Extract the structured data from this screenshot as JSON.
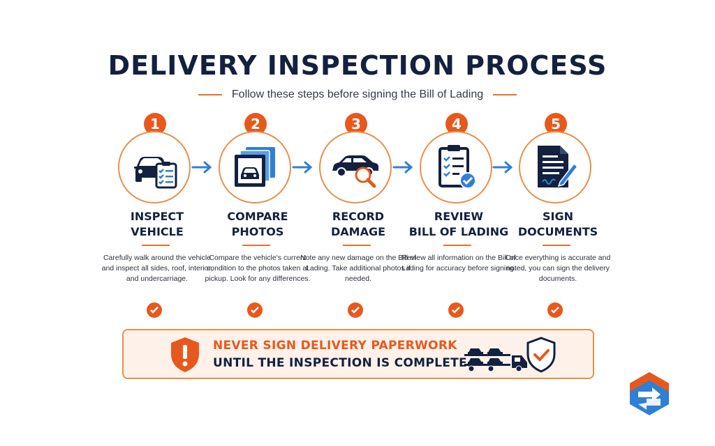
{
  "header": {
    "title": "DELIVERY INSPECTION PROCESS",
    "subtitle": "Follow these steps before signing the Bill of Lading"
  },
  "steps": [
    {
      "number": "1",
      "title_line1": "INSPECT",
      "title_line2": "VEHICLE",
      "description": "Carefully walk around the vehicle and inspect all sides, roof, interior, and undercarriage.",
      "icon": "car-clipboard-icon"
    },
    {
      "number": "2",
      "title_line1": "COMPARE",
      "title_line2": "PHOTOS",
      "description": "Compare the vehicle's current condition to the photos taken at pickup. Look for any differences.",
      "icon": "photos-icon"
    },
    {
      "number": "3",
      "title_line1": "RECORD",
      "title_line2": "DAMAGE",
      "description": "Note any new damage on the Bill of Lading. Take additional photos if needed.",
      "icon": "car-magnifier-icon"
    },
    {
      "number": "4",
      "title_line1": "REVIEW",
      "title_line2": "BILL OF LADING",
      "description": "Review all information on the Bill of Lading for accuracy before signing.",
      "icon": "clipboard-check-icon"
    },
    {
      "number": "5",
      "title_line1": "SIGN",
      "title_line2": "DOCUMENTS",
      "description": "Once everything is accurate and noted, you can sign the delivery documents.",
      "icon": "document-pen-icon"
    }
  ],
  "warning": {
    "line1": "NEVER SIGN DELIVERY PAPERWORK",
    "line2": "UNTIL THE INSPECTION IS COMPLETE.",
    "icons": [
      "warning-shield-icon",
      "car-carrier-truck-icon",
      "check-shield-icon"
    ]
  },
  "colors": {
    "navy": "#13213f",
    "orange": "#e8581c",
    "blue": "#2f7fd6",
    "warning_bg": "#fdf1ea"
  }
}
